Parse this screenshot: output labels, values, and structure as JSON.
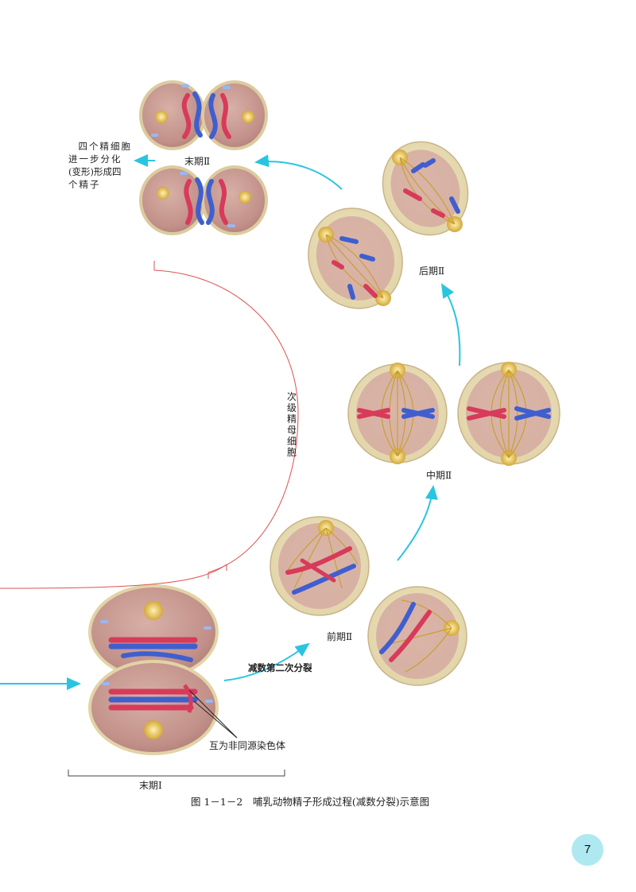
{
  "labels": {
    "telophase2": "末期Ⅱ",
    "anaphase2": "后期Ⅱ",
    "metaphase2": "中期Ⅱ",
    "prophase2": "前期Ⅱ",
    "telophase1": "末期Ⅰ",
    "meiosis2": "减数第二次分裂",
    "nonhomologous": "互为非同源染色体",
    "secondary_cell": "次级精母细胞"
  },
  "note_lines": [
    "四个精细胞",
    "进一步分化",
    "(变形)形成四",
    "个精子"
  ],
  "caption": "图 1－1－2　哺乳动物精子形成过程(减数分裂)示意图",
  "page_number": "7",
  "colors": {
    "arrow": "#29c5e0",
    "bracket": "#e05050",
    "cell_fill": "#c99a92",
    "cell_rim": "#e8dcb0",
    "chrom_red": "#d83a5a",
    "chrom_blue": "#3f5fcf",
    "spindle": "#c9a033",
    "page_badge": "#aee9f1"
  }
}
